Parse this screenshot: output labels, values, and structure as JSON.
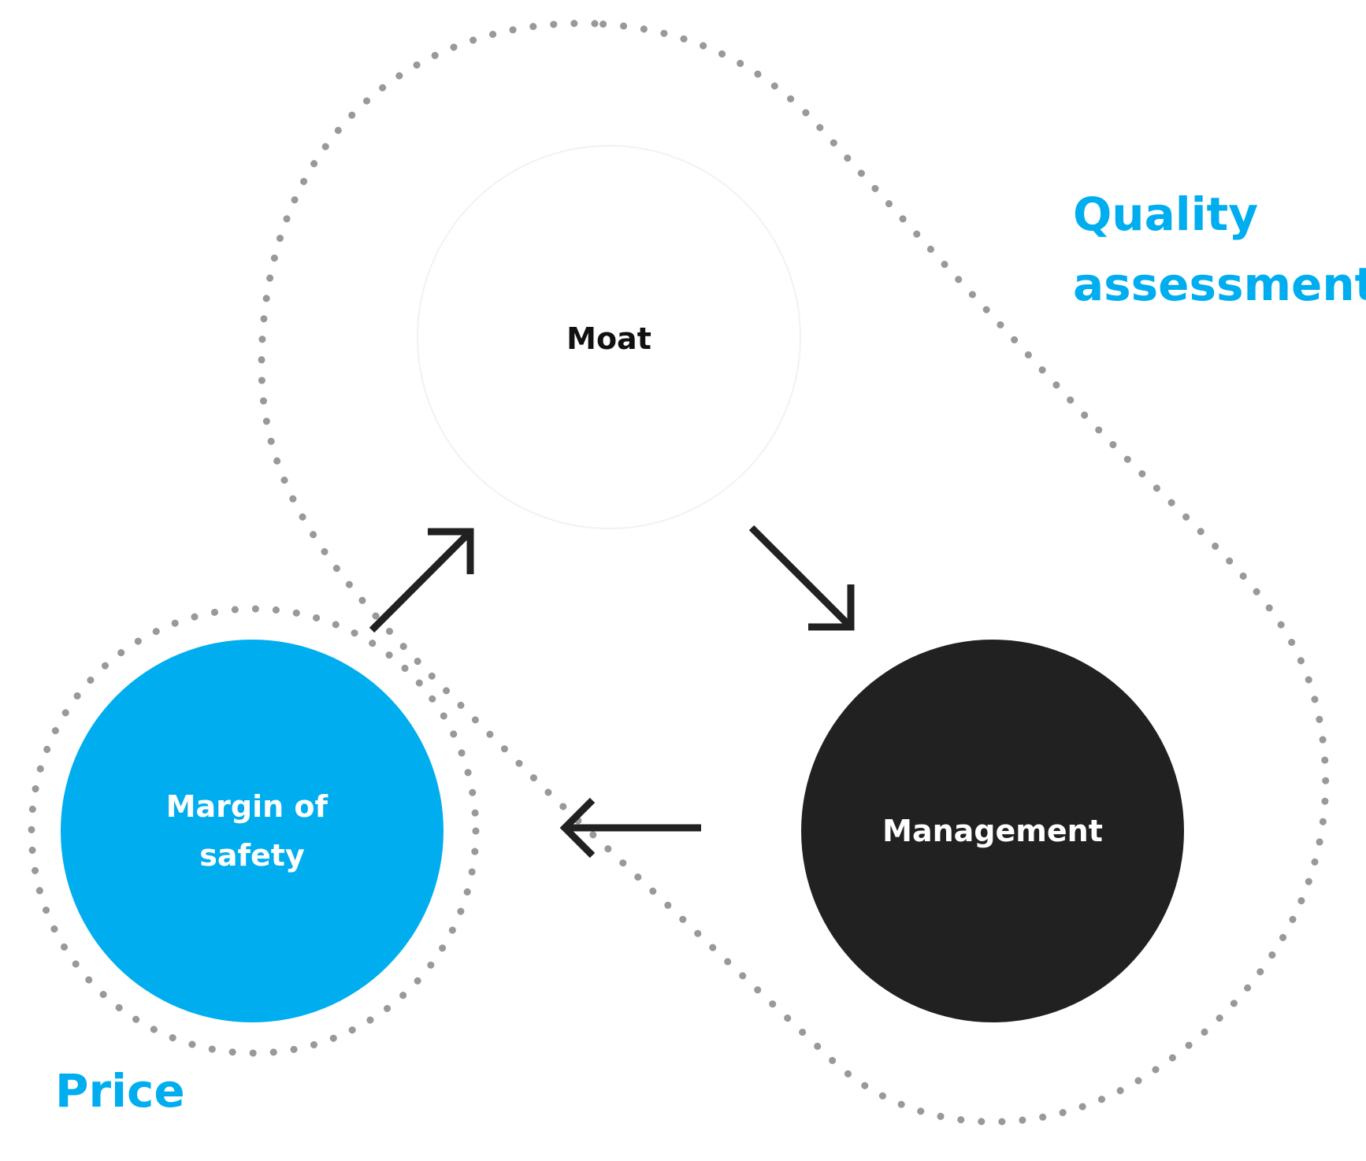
{
  "diagram": {
    "nodes": {
      "moat": {
        "label": "Moat"
      },
      "management": {
        "label": "Management"
      },
      "margin": {
        "label_line1": "Margin of",
        "label_line2": "safety"
      }
    },
    "groups": {
      "quality": {
        "label_line1": "Quality",
        "label_line2": "assessment"
      },
      "price": {
        "label": "Price"
      }
    },
    "colors": {
      "accent": "#00AEEF",
      "dark": "#212121",
      "outline_dots": "#999999",
      "arrow": "#212121",
      "moat_fill": "#ffffff",
      "moat_stroke": "#f2f2f2",
      "text_on_dark": "#ffffff",
      "text_on_light": "#111111"
    }
  }
}
